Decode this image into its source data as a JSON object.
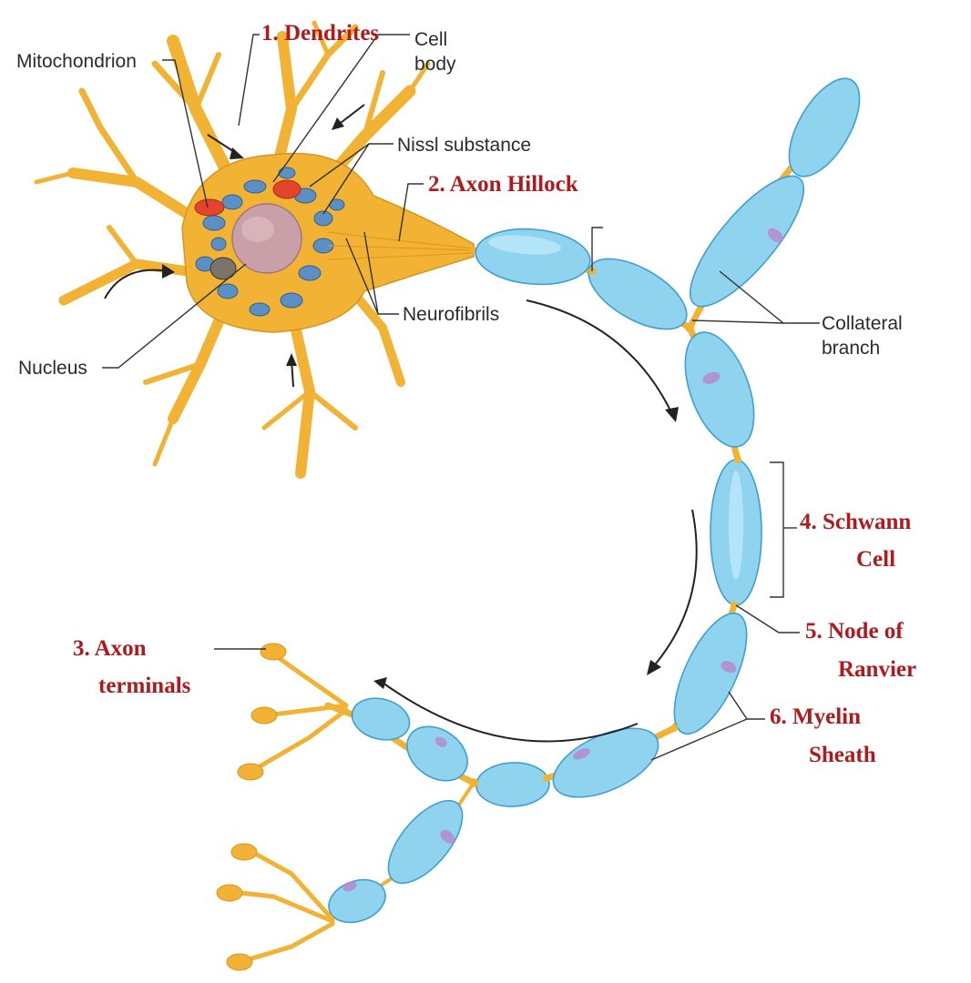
{
  "labels": {
    "mitochondrion": "Mitochondrion",
    "nucleus": "Nucleus",
    "cell_body_line1": "Cell",
    "cell_body_line2": "body",
    "nissl_substance": "Nissl substance",
    "neurofibrils": "Neurofibrils",
    "collateral_line1": "Collateral",
    "collateral_line2": "branch"
  },
  "numbered_labels": {
    "dendrites": "1. Dendrites",
    "axon_hillock": "2.  Axon Hillock",
    "axon_terminals_line1": "3.    Axon",
    "axon_terminals_line2": "terminals",
    "schwann_line1": "4. Schwann",
    "schwann_line2": "Cell",
    "node_line1": "5.  Node of",
    "node_line2": "Ranvier",
    "myelin_line1": "6.   Myelin",
    "myelin_line2": "Sheath"
  },
  "colors": {
    "neuron": "#f2b233",
    "myelin": "#8fd3ef",
    "nissl": "#5c8fc4",
    "mitochondria": "#e2452b",
    "nucleus": "#c9a0a8",
    "label_red": "#b3191c"
  }
}
